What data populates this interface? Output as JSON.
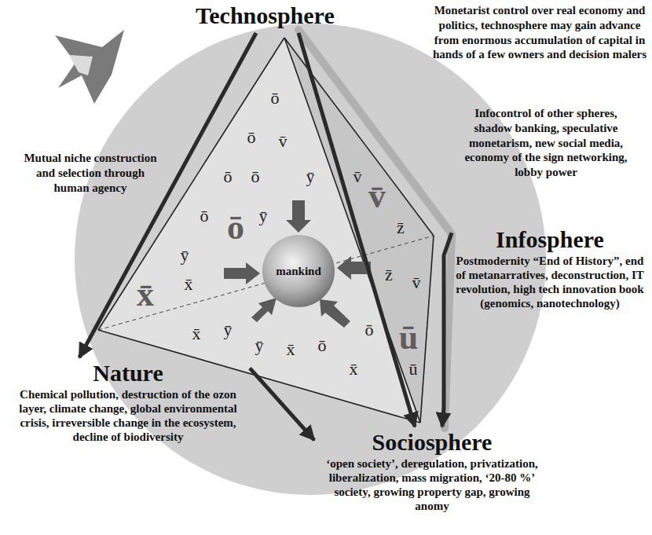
{
  "diagram": {
    "nodes": [
      {
        "text": [
          "Technosphere"
        ]
      },
      {
        "text": [
          "Infosphere",
          "Postmodernity “End of History”, end of metanarratives, deconstruction, IT revolution, high tech innovation book (genomics, nanotechnology)"
        ]
      },
      {
        "text": [
          "mankind"
        ]
      },
      {
        "text": [
          "Nature",
          "Chemical pollution, destruction of the ozon layer, climate change, global environmental crisis, irreversible change in the ecosystem, decline of biodiversity"
        ]
      },
      {
        "text": [
          "Sociosphere",
          "‘open society’, deregulation, privatization, liberalization, mass migration, ‘20-80 %’ society, growing property gap, growing anomy"
        ]
      }
    ],
    "edges": [
      {
        "from": 0,
        "to": 3,
        "arrow": "to"
      },
      {
        "from": 3,
        "to": 4,
        "arrow": "to"
      },
      {
        "from": 1,
        "to": 4,
        "arrow": "to"
      },
      {
        "from": 0,
        "to": 4,
        "arrow": "to"
      }
    ],
    "labels": [
      "Monetarist control over real economy and politics, technosphere may gain advance from enormous accumulation of capital in hands of a few owners and decision malers",
      "Infocontrol of other spheres, shadow banking, speculative monetarism, new social media, economy of the sign networking, lobby power",
      "Mutual niche construction and selection through human agency",
      "ō",
      "ō",
      "v̄",
      "ō",
      "ō",
      "ȳ",
      "ō",
      "ȳ",
      "ȳ",
      "x̄",
      "x̄",
      "ȳ",
      "ȳ",
      "x̄",
      "ō",
      "x̄",
      "ō",
      "v̄",
      "z̄",
      "z̄",
      "v̄",
      "ū",
      "x̄",
      "ō",
      "v̄",
      "ū"
    ]
  }
}
